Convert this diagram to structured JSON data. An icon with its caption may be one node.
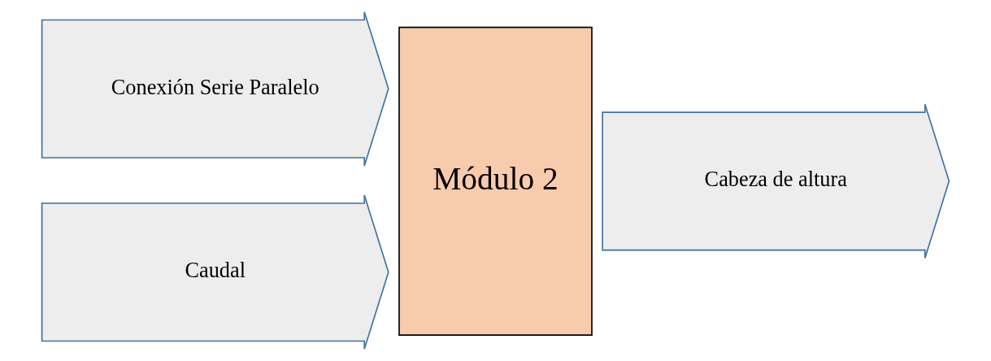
{
  "diagram": {
    "nodes": [
      {
        "text": [
          "Conexión Serie Paralelo"
        ]
      },
      {
        "text": [
          "Caudal"
        ]
      },
      {
        "text": [
          "Módulo 2"
        ]
      },
      {
        "text": [
          "Cabeza de altura"
        ]
      }
    ]
  }
}
